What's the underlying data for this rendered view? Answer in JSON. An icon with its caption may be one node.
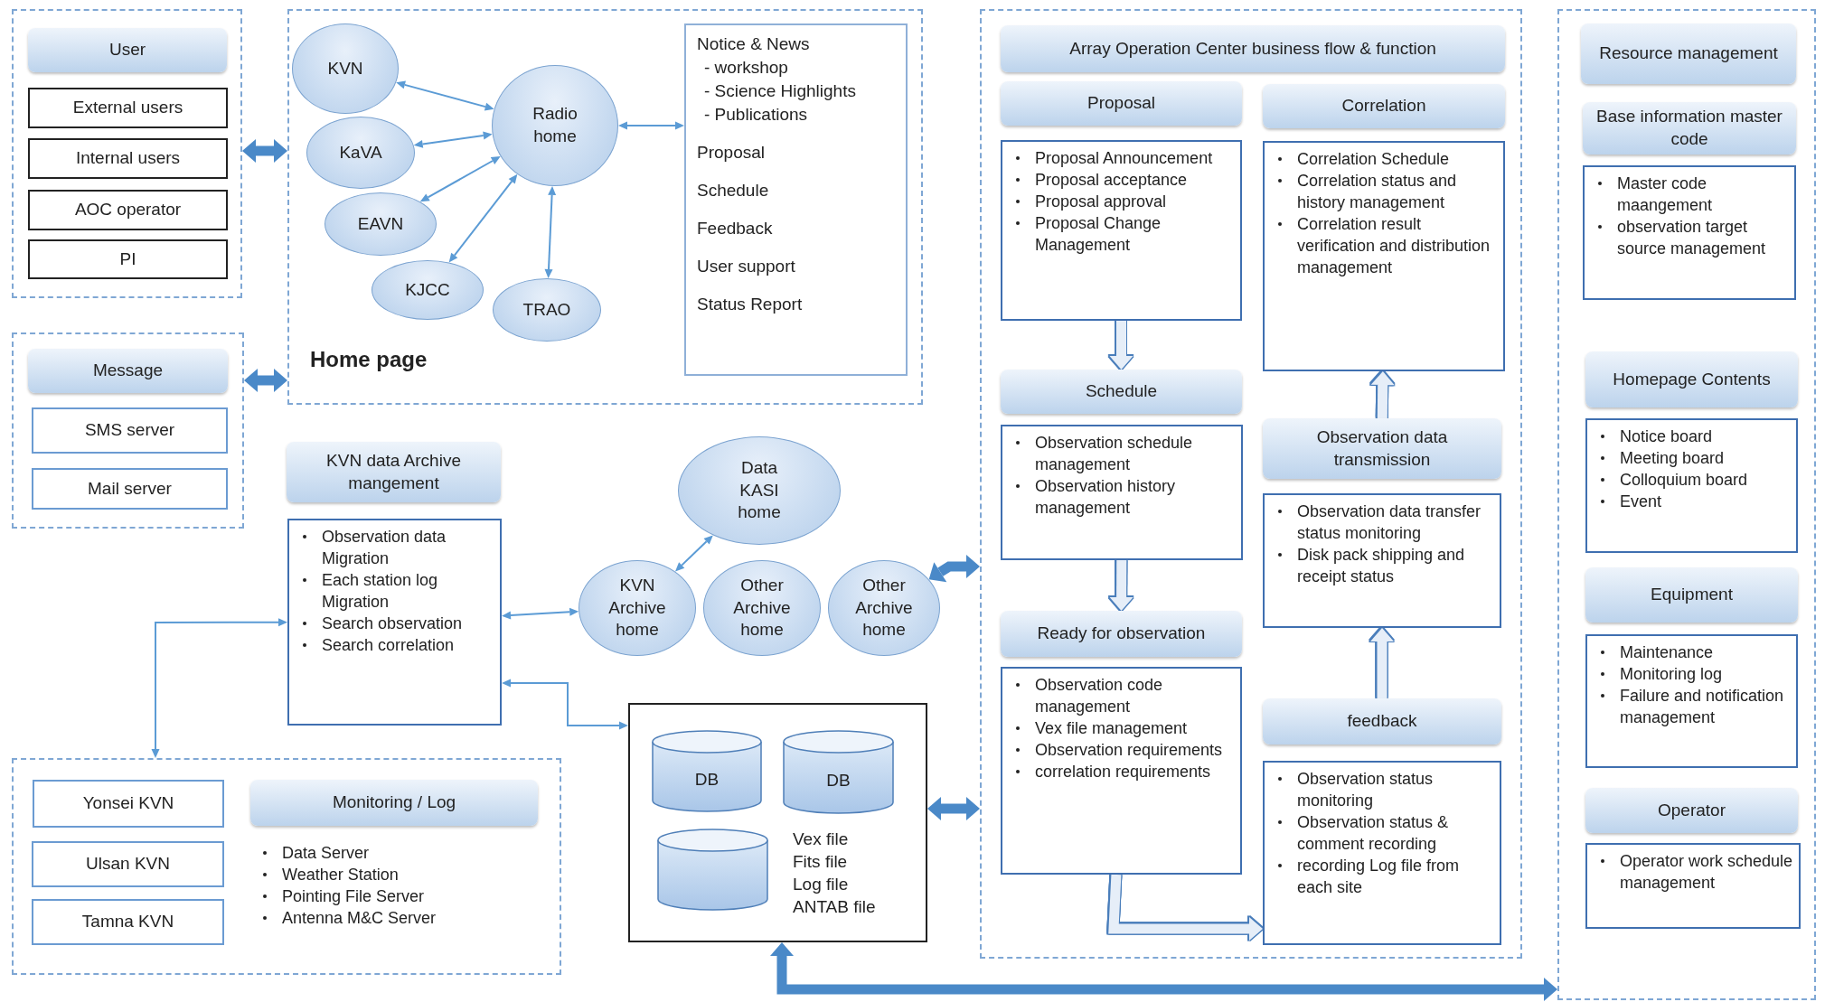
{
  "diagram": {
    "nodes": [
      {
        "text": [],
        "shape": "box"
      },
      {
        "text": [
          "User"
        ],
        "in": 0
      },
      {
        "text": [
          "External users"
        ],
        "in": 0
      },
      {
        "text": [
          "Internal users"
        ],
        "in": 0
      },
      {
        "text": [
          "AOC operator"
        ],
        "in": 0
      },
      {
        "text": [
          "PI"
        ],
        "in": 0
      },
      {
        "text": [
          "Home page"
        ]
      },
      {
        "text": [
          "KVN"
        ],
        "in": 6
      },
      {
        "text": [
          "KaVA"
        ],
        "in": 6
      },
      {
        "text": [
          "EAVN"
        ],
        "in": 6
      },
      {
        "text": [
          "KJCC"
        ],
        "in": 6
      },
      {
        "text": [
          "TRAO"
        ],
        "in": 6
      },
      {
        "text": [
          "Radio home"
        ],
        "in": 6
      },
      {
        "text": [
          "Notice & News",
          "- workshop",
          "- Science Highlights",
          "- Publications",
          "Proposal",
          "Schedule",
          "Feedback",
          "User support",
          "Status Report"
        ],
        "in": 6
      },
      {
        "text": [],
        "shape": "box"
      },
      {
        "text": [
          "Message"
        ],
        "in": 14
      },
      {
        "text": [
          "SMS server"
        ],
        "in": 14
      },
      {
        "text": [
          "Mail server"
        ],
        "in": 14
      },
      {
        "text": [
          "KVN data Archive mangement"
        ]
      },
      {
        "text": [
          "Observation data Migration",
          "Each station log Migration",
          "Search observation",
          "Search correlation"
        ]
      },
      {
        "text": [
          "Data KASI home"
        ]
      },
      {
        "text": [
          "KVN Archive home"
        ]
      },
      {
        "text": [
          "Other Archive home"
        ]
      },
      {
        "text": [
          "Other Archive home"
        ]
      },
      {
        "text": [
          "Vex file",
          "Fits file",
          "Log file",
          "ANTAB file"
        ]
      },
      {
        "text": [
          "DB"
        ],
        "in": 24
      },
      {
        "text": [
          "DB"
        ],
        "in": 24
      },
      {
        "text": [],
        "shape": "cylinder",
        "in": 24
      },
      {
        "text": [],
        "shape": "box"
      },
      {
        "text": [
          "Yonsei KVN"
        ],
        "in": 28
      },
      {
        "text": [
          "Ulsan KVN"
        ],
        "in": 28
      },
      {
        "text": [
          "Tamna KVN"
        ],
        "in": 28
      },
      {
        "text": [
          "Monitoring / Log"
        ],
        "in": 28,
        "beside": [
          "Data Server",
          "Weather Station",
          "Pointing File Server",
          "Antenna M&C Server"
        ]
      },
      {
        "text": [],
        "shape": "box"
      },
      {
        "text": [
          "Array Operation Center business flow & function"
        ],
        "in": 33
      },
      {
        "text": [
          "Proposal"
        ],
        "in": 33
      },
      {
        "text": [
          "Correlation"
        ],
        "in": 33
      },
      {
        "text": [
          "Proposal Announcement",
          "Proposal acceptance",
          "Proposal approval",
          "Proposal Change Management"
        ],
        "in": 33
      },
      {
        "text": [
          "Correlation Schedule",
          "Correlation status and history management",
          "Correlation result verification and distribution management"
        ],
        "in": 33
      },
      {
        "text": [
          "Schedule"
        ],
        "in": 33
      },
      {
        "text": [
          "Observation data transmission"
        ],
        "in": 33
      },
      {
        "text": [
          "Observation schedule management",
          "Observation history management"
        ],
        "in": 33
      },
      {
        "text": [
          "Observation data transfer status monitoring",
          "Disk pack shipping and receipt status"
        ],
        "in": 33
      },
      {
        "text": [
          "Ready for observation"
        ],
        "in": 33
      },
      {
        "text": [
          "Observation code management",
          "Vex file management",
          "Observation requirements",
          "correlation requirements"
        ],
        "in": 33
      },
      {
        "text": [
          "feedback"
        ],
        "in": 33
      },
      {
        "text": [
          "Observation status monitoring",
          "Observation status & comment recording",
          "recording Log file from each site"
        ],
        "in": 33
      },
      {
        "text": [],
        "shape": "box"
      },
      {
        "text": [
          "Resource management"
        ],
        "in": 47
      },
      {
        "text": [
          "Base information master code"
        ],
        "in": 47
      },
      {
        "text": [
          "Master code maangement",
          "observation target source management"
        ],
        "in": 47
      },
      {
        "text": [
          "Homepage Contents"
        ],
        "in": 47
      },
      {
        "text": [
          "Notice board",
          "Meeting board",
          "Colloquium board",
          "Event"
        ],
        "in": 47
      },
      {
        "text": [
          "Equipment"
        ],
        "in": 47
      },
      {
        "text": [
          "Maintenance",
          "Monitoring log",
          "Failure and notification management"
        ],
        "in": 47
      },
      {
        "text": [
          "Operator"
        ],
        "in": 47
      },
      {
        "text": [
          "Operator work schedule management"
        ],
        "in": 47
      }
    ],
    "edges": [
      {
        "from": 0,
        "to": 6,
        "arrow": "both",
        "style": "thick"
      },
      {
        "from": 14,
        "to": 6,
        "arrow": "both",
        "style": "thick"
      },
      {
        "from": 7,
        "to": 12,
        "arrow": "both"
      },
      {
        "from": 8,
        "to": 12,
        "arrow": "both"
      },
      {
        "from": 9,
        "to": 12,
        "arrow": "both"
      },
      {
        "from": 10,
        "to": 12,
        "arrow": "both"
      },
      {
        "from": 11,
        "to": 12,
        "arrow": "both"
      },
      {
        "from": 12,
        "to": 13,
        "arrow": "both"
      },
      {
        "from": 23,
        "to": 33,
        "arrow": "both",
        "style": "thick"
      },
      {
        "from": 19,
        "to": 21,
        "arrow": "both"
      },
      {
        "from": 21,
        "to": 20,
        "arrow": "both"
      },
      {
        "from": 19,
        "to": 28,
        "arrow": "both"
      },
      {
        "from": 19,
        "to": 24,
        "arrow": "both"
      },
      {
        "from": 24,
        "to": 33,
        "arrow": "both",
        "style": "thick"
      },
      {
        "from": 24,
        "to": 47,
        "arrow": "both",
        "style": "thick"
      },
      {
        "from": 37,
        "to": 39,
        "arrow": "to",
        "style": "thick",
        "color": "#e6eef8"
      },
      {
        "from": 41,
        "to": 43,
        "arrow": "to",
        "style": "thick",
        "color": "#e6eef8"
      },
      {
        "from": 44,
        "to": 46,
        "arrow": "to",
        "style": "thick",
        "color": "#e6eef8"
      },
      {
        "from": 45,
        "to": 42,
        "arrow": "to",
        "style": "thick",
        "color": "#e6eef8"
      },
      {
        "from": 40,
        "to": 38,
        "arrow": "to",
        "style": "thick",
        "color": "#e6eef8"
      }
    ]
  }
}
